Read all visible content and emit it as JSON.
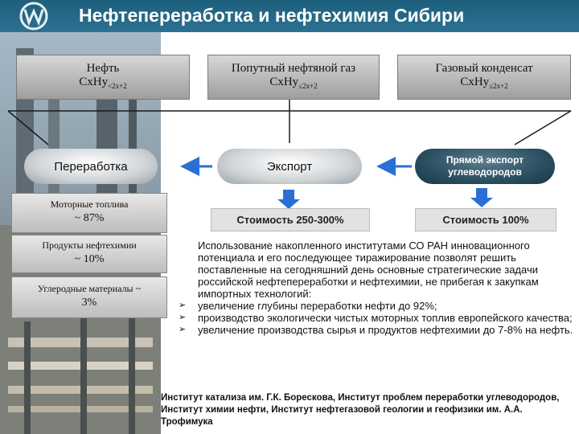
{
  "header": {
    "title": "Нефтепереработка и нефтехимия Сибири"
  },
  "sources": [
    {
      "name": "Нефть",
      "formula_base": "CxHy",
      "formula_sub": "<2x+2"
    },
    {
      "name": "Попутный нефтяной газ",
      "formula_base": "CxHy",
      "formula_sub": "≤2x+2"
    },
    {
      "name": "Газовый конденсат",
      "formula_base": "CxHy",
      "formula_sub": "≤2x+2"
    }
  ],
  "paths": {
    "processing": "Переработка",
    "export": "Экспорт",
    "direct_export": "Прямой экспорт углеводородов"
  },
  "costs": {
    "export": "Стоимость 250-300%",
    "direct": "Стоимость 100%"
  },
  "products": [
    {
      "name": "Моторные топлива",
      "value": "~ 87%"
    },
    {
      "name": "Продукты нефтехимии",
      "value": "~ 10%"
    },
    {
      "name": "Углеродные материалы ~",
      "value": "3%"
    }
  ],
  "body": {
    "intro": "Использование накопленного институтами СО РАН инновационного потенциала и его последующее тиражирование позволят решить поставленные на сегодняшний день основные стратегические задачи российской нефтепереработки и нефтехимии, не прибегая к закупкам импортных технологий:",
    "bullets": [
      "увеличение глубины переработки нефти до 92%;",
      "производство экологически чистых моторных топлив европейского качества;",
      "увеличение производства сырья и продуктов нефтехимии до 7-8% на нефть."
    ]
  },
  "footer": "Институт катализа им. Г.К. Борескова, Институт проблем переработки углеводородов, Институт химии нефти, Институт нефтегазовой геологии и геофизики им. А.А. Трофимука",
  "colors": {
    "header": "#2c7191",
    "accent_blue": "#2a6fd6",
    "dark_oval": "#2b4f60"
  }
}
